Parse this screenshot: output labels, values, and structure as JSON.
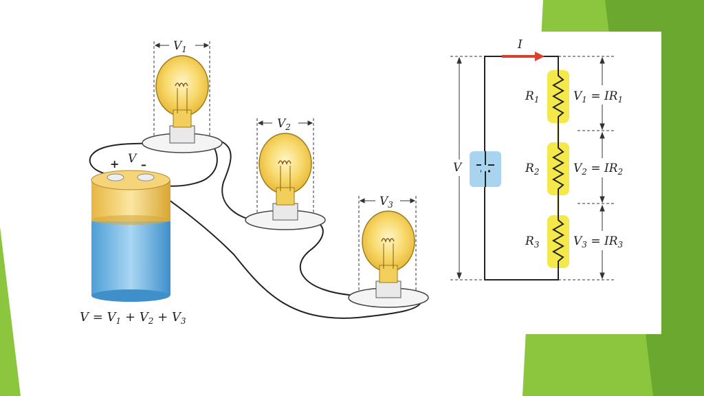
{
  "slide": {
    "accent_color": "#7cc043",
    "accent_dark": "#5a9a2a"
  },
  "bulbs": [
    {
      "label_main": "V",
      "label_sub": "1"
    },
    {
      "label_main": "V",
      "label_sub": "2"
    },
    {
      "label_main": "V",
      "label_sub": "3"
    }
  ],
  "battery": {
    "plus": "+",
    "minus": "–",
    "label": "V",
    "equation": {
      "parts": [
        "V = V",
        "1",
        " + V",
        "2",
        " + V",
        "3"
      ]
    }
  },
  "schematic": {
    "current_label": "I",
    "source_label": "V",
    "resistors": [
      {
        "name_main": "R",
        "name_sub": "1",
        "eq_main": "V",
        "eq_sub": "1",
        "eq_mid": " = IR",
        "eq_sub2": "1"
      },
      {
        "name_main": "R",
        "name_sub": "2",
        "eq_main": "V",
        "eq_sub": "2",
        "eq_mid": " = IR",
        "eq_sub2": "2"
      },
      {
        "name_main": "R",
        "name_sub": "3",
        "eq_main": "V",
        "eq_sub": "3",
        "eq_mid": " = IR",
        "eq_sub2": "3"
      }
    ]
  }
}
